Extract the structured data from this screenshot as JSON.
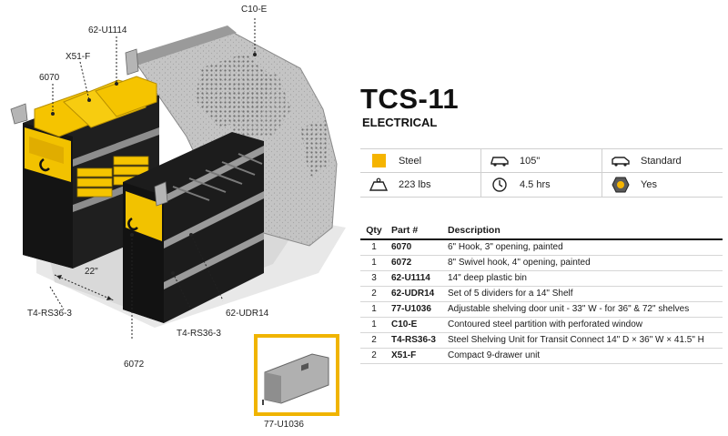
{
  "product": {
    "title": "TCS-11",
    "subtitle": "ELECTRICAL"
  },
  "colors": {
    "accent": "#f5b400",
    "steel_gray": "#b5b5b5",
    "dark_steel": "#1f1f1f"
  },
  "specs": [
    [
      {
        "icon": "steel-swatch",
        "value": "Steel"
      },
      {
        "icon": "van-length-icon",
        "value": "105\""
      },
      {
        "icon": "van-roof-icon",
        "value": "Standard"
      }
    ],
    [
      {
        "icon": "weight-icon",
        "value": "223 lbs"
      },
      {
        "icon": "clock-icon",
        "value": "4.5 hrs"
      },
      {
        "icon": "hardware-nut-icon",
        "value": "Yes"
      }
    ]
  ],
  "parts_table": {
    "headers": {
      "qty": "Qty",
      "part": "Part #",
      "description": "Description"
    },
    "rows": [
      {
        "qty": "1",
        "part": "6070",
        "description": "6\" Hook, 3\" opening, painted"
      },
      {
        "qty": "1",
        "part": "6072",
        "description": "8\" Swivel hook, 4\" opening, painted"
      },
      {
        "qty": "3",
        "part": "62-U1114",
        "description": "14\" deep plastic bin"
      },
      {
        "qty": "2",
        "part": "62-UDR14",
        "description": "Set of 5 dividers for a 14\" Shelf"
      },
      {
        "qty": "1",
        "part": "77-U1036",
        "description": "Adjustable shelving door unit - 33\" W - for 36\" & 72\" shelves"
      },
      {
        "qty": "1",
        "part": "C10-E",
        "description": "Contoured steel partition with perforated window"
      },
      {
        "qty": "2",
        "part": "T4-RS36-3",
        "description": "Steel Shelving Unit for Transit Connect 14\" D × 36\" W × 41.5\" H"
      },
      {
        "qty": "2",
        "part": "X51-F",
        "description": "Compact 9-drawer unit"
      }
    ]
  },
  "callouts": {
    "c10e": "C10-E",
    "u1114": "62-U1114",
    "x51f": "X51-F",
    "hook6070": "6070",
    "dim22": "22\"",
    "t4_left": "T4-RS36-3",
    "udr14": "62-UDR14",
    "t4_mid": "T4-RS36-3",
    "hook6072": "6072",
    "inset": "77-U1036"
  }
}
